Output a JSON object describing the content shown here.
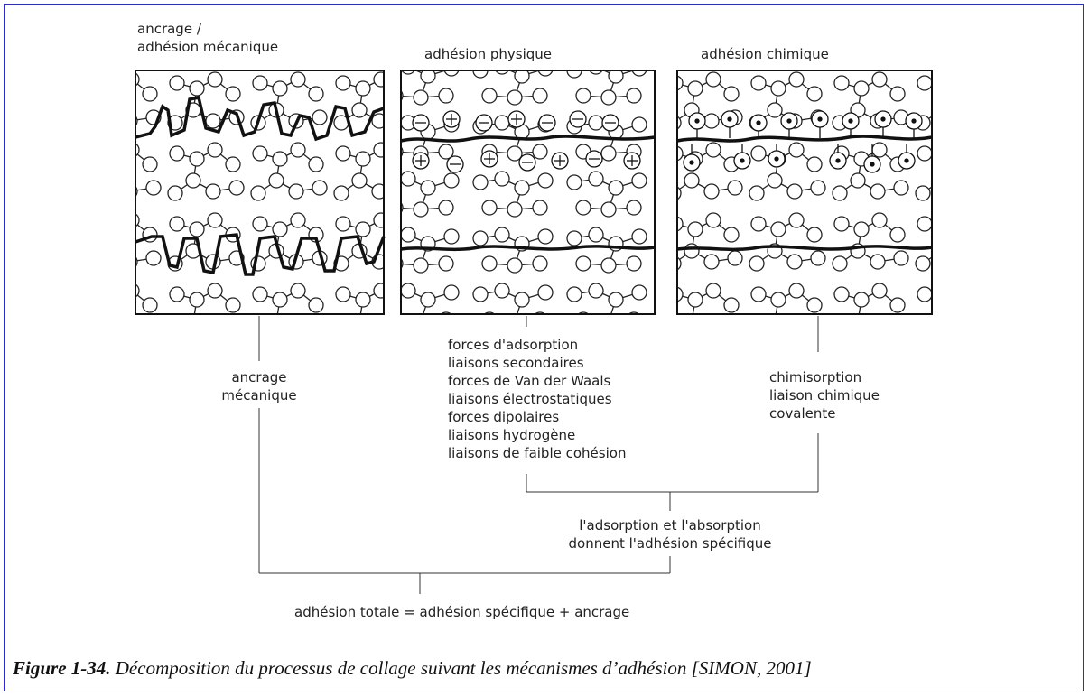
{
  "panels": {
    "mechanical": {
      "title_line1": "ancrage /",
      "title_line2": "adhésion mécanique"
    },
    "physical": {
      "title": "adhésion physique"
    },
    "chemical": {
      "title": "adhésion chimique"
    }
  },
  "mechanical_label": [
    "ancrage",
    "mécanique"
  ],
  "physical_label": [
    "forces d'adsorption",
    "liaisons secondaires",
    "forces de Van der Waals",
    "liaisons électrostatiques",
    "forces dipolaires",
    "liaisons hydrogène",
    "liaisons de faible cohésion"
  ],
  "chemical_label": [
    "chimisorption",
    "liaison chimique",
    "covalente"
  ],
  "specific_label": [
    "l'adsorption et l'absorption",
    "donnent l'adhésion spécifique"
  ],
  "total_label": "adhésion totale = adhésion spécifique + ancrage",
  "caption": {
    "figure": "Figure 1-34.",
    "text": " Décomposition du processus de collage suivant les mécanismes d’adhésion [SIMON, 2001]"
  }
}
